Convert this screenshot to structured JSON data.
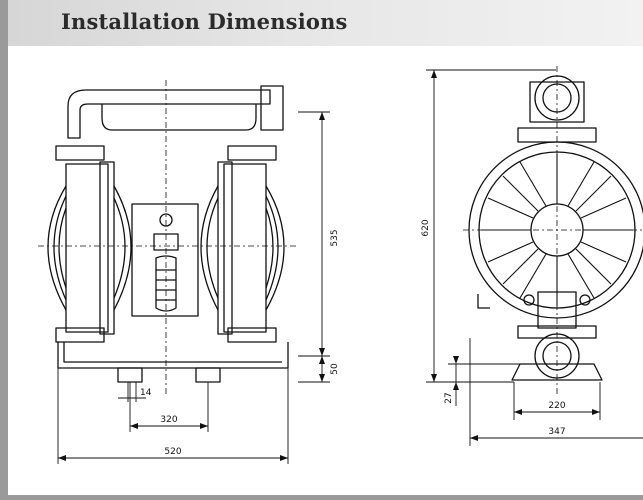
{
  "header": {
    "title": "Installation Dimensions"
  },
  "dimensions": {
    "front": {
      "width": "520",
      "foot_spacing": "320",
      "bolt": "14",
      "height": "535",
      "base": "50"
    },
    "side": {
      "height": "620",
      "base_offset": "27",
      "foot_spacing": "220",
      "depth": "347"
    }
  }
}
